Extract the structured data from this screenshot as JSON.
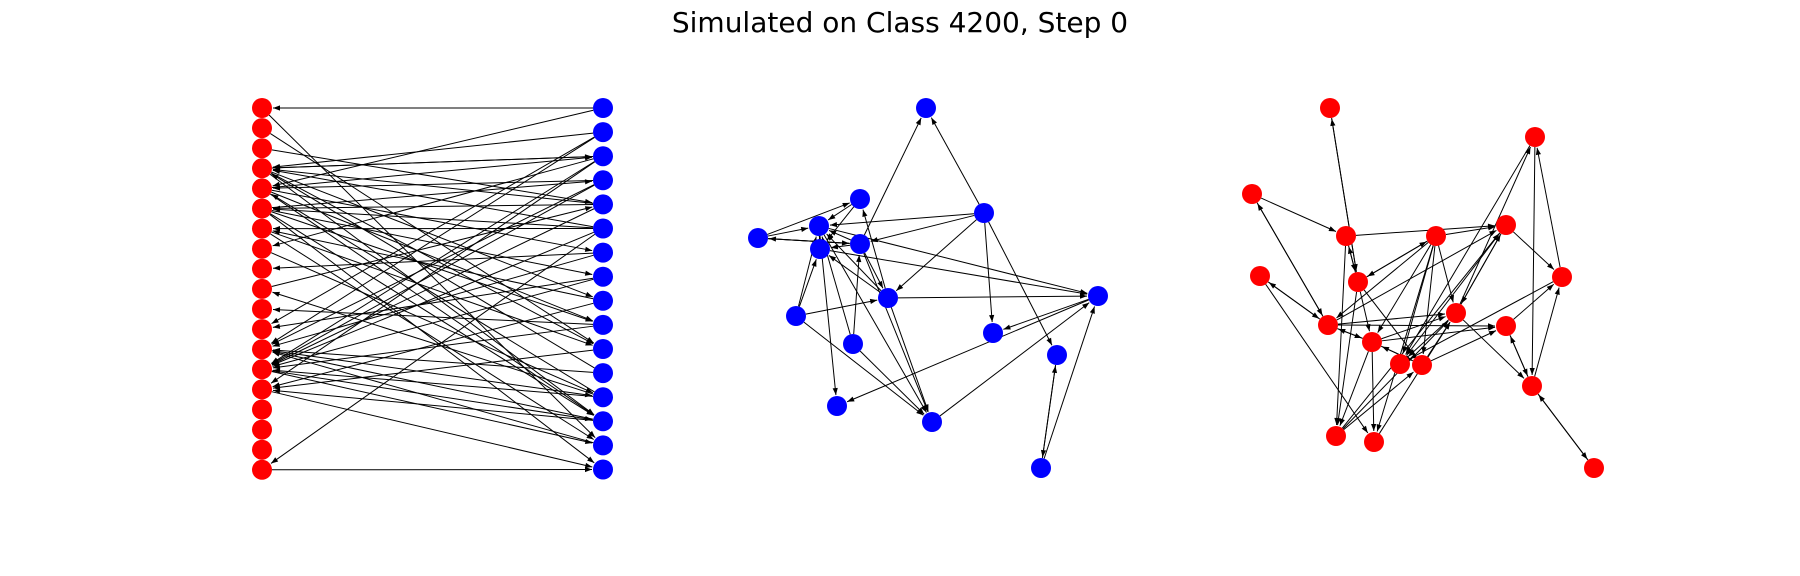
{
  "title": "Simulated on Class 4200, Step 0",
  "colors": {
    "red": "#ff0000",
    "blue": "#0000ff",
    "edge": "#000000",
    "background": "#ffffff"
  },
  "graphs": [
    {
      "layout": "bipartite",
      "nodes": [
        {
          "id": "L0",
          "color": "red"
        },
        {
          "id": "L1",
          "color": "red"
        },
        {
          "id": "L2",
          "color": "red"
        },
        {
          "id": "L3",
          "color": "red"
        },
        {
          "id": "L4",
          "color": "red"
        },
        {
          "id": "L5",
          "color": "red"
        },
        {
          "id": "L6",
          "color": "red"
        },
        {
          "id": "L7",
          "color": "red"
        },
        {
          "id": "L8",
          "color": "red"
        },
        {
          "id": "L9",
          "color": "red"
        },
        {
          "id": "L10",
          "color": "red"
        },
        {
          "id": "L11",
          "color": "red"
        },
        {
          "id": "L12",
          "color": "red"
        },
        {
          "id": "L13",
          "color": "red"
        },
        {
          "id": "L14",
          "color": "red"
        },
        {
          "id": "L15",
          "color": "red"
        },
        {
          "id": "L16",
          "color": "red"
        },
        {
          "id": "L17",
          "color": "red"
        },
        {
          "id": "L18",
          "color": "red"
        },
        {
          "id": "R0",
          "color": "blue"
        },
        {
          "id": "R1",
          "color": "blue"
        },
        {
          "id": "R2",
          "color": "blue"
        },
        {
          "id": "R3",
          "color": "blue"
        },
        {
          "id": "R4",
          "color": "blue"
        },
        {
          "id": "R5",
          "color": "blue"
        },
        {
          "id": "R6",
          "color": "blue"
        },
        {
          "id": "R7",
          "color": "blue"
        },
        {
          "id": "R8",
          "color": "blue"
        },
        {
          "id": "R9",
          "color": "blue"
        },
        {
          "id": "R10",
          "color": "blue"
        },
        {
          "id": "R11",
          "color": "blue"
        },
        {
          "id": "R12",
          "color": "blue"
        },
        {
          "id": "R13",
          "color": "blue"
        },
        {
          "id": "R14",
          "color": "blue"
        },
        {
          "id": "R15",
          "color": "blue"
        }
      ],
      "edges": [
        [
          "R0",
          "L0"
        ],
        [
          "R0",
          "L4"
        ],
        [
          "L0",
          "R14"
        ],
        [
          "R1",
          "L3"
        ],
        [
          "R1",
          "L11"
        ],
        [
          "R1",
          "L12"
        ],
        [
          "R2",
          "L3"
        ],
        [
          "L3",
          "R2"
        ],
        [
          "L4",
          "R2"
        ],
        [
          "R2",
          "L13"
        ],
        [
          "R2",
          "L14"
        ],
        [
          "R2",
          "L7"
        ],
        [
          "R3",
          "L4"
        ],
        [
          "R3",
          "L12"
        ],
        [
          "R3",
          "L13"
        ],
        [
          "L5",
          "R3"
        ],
        [
          "R4",
          "L3"
        ],
        [
          "R4",
          "L5"
        ],
        [
          "R4",
          "L13"
        ],
        [
          "L2",
          "R4"
        ],
        [
          "L9",
          "R4"
        ],
        [
          "R5",
          "L3"
        ],
        [
          "R5",
          "L5"
        ],
        [
          "R5",
          "L6"
        ],
        [
          "R5",
          "L13"
        ],
        [
          "R5",
          "L18"
        ],
        [
          "R6",
          "L8"
        ],
        [
          "R6",
          "L12"
        ],
        [
          "L4",
          "R6"
        ],
        [
          "R7",
          "L11"
        ],
        [
          "R7",
          "L13"
        ],
        [
          "L5",
          "R7"
        ],
        [
          "R8",
          "L6"
        ],
        [
          "R8",
          "L14"
        ],
        [
          "L3",
          "R8"
        ],
        [
          "R9",
          "L10"
        ],
        [
          "R9",
          "L13"
        ],
        [
          "L4",
          "R9"
        ],
        [
          "L5",
          "R9"
        ],
        [
          "R10",
          "L14"
        ],
        [
          "L1",
          "R10"
        ],
        [
          "L3",
          "R10"
        ],
        [
          "L6",
          "R10"
        ],
        [
          "R11",
          "L3"
        ],
        [
          "R11",
          "L12"
        ],
        [
          "R12",
          "L4"
        ],
        [
          "R12",
          "L13"
        ],
        [
          "R12",
          "L9"
        ],
        [
          "L12",
          "R12"
        ],
        [
          "L7",
          "R12"
        ],
        [
          "R13",
          "L14"
        ],
        [
          "R13",
          "L12"
        ],
        [
          "L3",
          "R13"
        ],
        [
          "L4",
          "R13"
        ],
        [
          "L13",
          "R13"
        ],
        [
          "L5",
          "R13"
        ],
        [
          "R14",
          "L12"
        ],
        [
          "L13",
          "R14"
        ],
        [
          "L6",
          "R14"
        ],
        [
          "L18",
          "R15"
        ],
        [
          "L5",
          "R15"
        ],
        [
          "L14",
          "R15"
        ]
      ]
    },
    {
      "layout": "spring",
      "nodes": [
        {
          "id": "A",
          "color": "blue"
        },
        {
          "id": "B",
          "color": "blue"
        },
        {
          "id": "C",
          "color": "blue"
        },
        {
          "id": "D",
          "color": "blue"
        },
        {
          "id": "E",
          "color": "blue"
        },
        {
          "id": "F",
          "color": "blue"
        },
        {
          "id": "G",
          "color": "blue"
        },
        {
          "id": "H",
          "color": "blue"
        },
        {
          "id": "I",
          "color": "blue"
        },
        {
          "id": "J",
          "color": "blue"
        },
        {
          "id": "K",
          "color": "blue"
        },
        {
          "id": "L",
          "color": "blue"
        },
        {
          "id": "M",
          "color": "blue"
        },
        {
          "id": "N",
          "color": "blue"
        },
        {
          "id": "O",
          "color": "blue"
        },
        {
          "id": "P",
          "color": "blue"
        }
      ],
      "edges": [
        [
          "C",
          "A"
        ],
        [
          "D",
          "A"
        ],
        [
          "C",
          "B"
        ],
        [
          "B",
          "C"
        ],
        [
          "C",
          "E"
        ],
        [
          "C",
          "H"
        ],
        [
          "C",
          "I"
        ],
        [
          "C",
          "J"
        ],
        [
          "D",
          "E"
        ],
        [
          "D",
          "H"
        ],
        [
          "D",
          "L"
        ],
        [
          "D",
          "P"
        ],
        [
          "D",
          "C"
        ],
        [
          "F",
          "E"
        ],
        [
          "F",
          "H"
        ],
        [
          "F",
          "I"
        ],
        [
          "F",
          "J"
        ],
        [
          "G",
          "H"
        ],
        [
          "G",
          "I"
        ],
        [
          "G",
          "C"
        ],
        [
          "B",
          "K"
        ],
        [
          "B",
          "H"
        ],
        [
          "B",
          "C"
        ],
        [
          "E",
          "H"
        ],
        [
          "E",
          "I"
        ],
        [
          "E",
          "J"
        ],
        [
          "E",
          "O"
        ],
        [
          "E",
          "K"
        ],
        [
          "H",
          "J"
        ],
        [
          "H",
          "M"
        ],
        [
          "H",
          "O"
        ],
        [
          "H",
          "I"
        ],
        [
          "K",
          "H"
        ],
        [
          "K",
          "J"
        ],
        [
          "J",
          "H"
        ],
        [
          "J",
          "O"
        ],
        [
          "I",
          "O"
        ],
        [
          "O",
          "M"
        ],
        [
          "O",
          "L"
        ],
        [
          "N",
          "P"
        ],
        [
          "N",
          "O"
        ],
        [
          "P",
          "N"
        ]
      ]
    },
    {
      "layout": "spring",
      "nodes": [
        {
          "id": "a",
          "color": "red"
        },
        {
          "id": "b",
          "color": "red"
        },
        {
          "id": "c",
          "color": "red"
        },
        {
          "id": "d",
          "color": "red"
        },
        {
          "id": "e",
          "color": "red"
        },
        {
          "id": "f",
          "color": "red"
        },
        {
          "id": "g",
          "color": "red"
        },
        {
          "id": "h",
          "color": "red"
        },
        {
          "id": "i",
          "color": "red"
        },
        {
          "id": "j",
          "color": "red"
        },
        {
          "id": "k",
          "color": "red"
        },
        {
          "id": "l",
          "color": "red"
        },
        {
          "id": "m",
          "color": "red"
        },
        {
          "id": "n",
          "color": "red"
        },
        {
          "id": "o",
          "color": "red"
        },
        {
          "id": "p",
          "color": "red"
        },
        {
          "id": "q",
          "color": "red"
        },
        {
          "id": "r",
          "color": "red"
        },
        {
          "id": "s",
          "color": "red"
        }
      ],
      "edges": [
        [
          "a",
          "e"
        ],
        [
          "e",
          "a"
        ],
        [
          "b",
          "g"
        ],
        [
          "g",
          "b"
        ],
        [
          "b",
          "d"
        ],
        [
          "c",
          "g"
        ],
        [
          "g",
          "c"
        ],
        [
          "c",
          "j"
        ],
        [
          "d",
          "e"
        ],
        [
          "d",
          "i"
        ],
        [
          "d",
          "m"
        ],
        [
          "e",
          "d"
        ],
        [
          "e",
          "f"
        ],
        [
          "e",
          "h"
        ],
        [
          "e",
          "k"
        ],
        [
          "e",
          "i"
        ],
        [
          "f",
          "e"
        ],
        [
          "f",
          "h"
        ],
        [
          "f",
          "j"
        ],
        [
          "f",
          "l"
        ],
        [
          "f",
          "m"
        ],
        [
          "f",
          "k"
        ],
        [
          "f",
          "g"
        ],
        [
          "f",
          "r"
        ],
        [
          "g",
          "h"
        ],
        [
          "g",
          "l"
        ],
        [
          "g",
          "m"
        ],
        [
          "g",
          "n"
        ],
        [
          "h",
          "g"
        ],
        [
          "h",
          "i"
        ],
        [
          "h",
          "j"
        ],
        [
          "h",
          "l"
        ],
        [
          "h",
          "k"
        ],
        [
          "h",
          "n"
        ],
        [
          "i",
          "m"
        ],
        [
          "i",
          "k"
        ],
        [
          "i",
          "l"
        ],
        [
          "j",
          "l"
        ],
        [
          "k",
          "h"
        ],
        [
          "k",
          "n"
        ],
        [
          "k",
          "l"
        ],
        [
          "l",
          "m"
        ],
        [
          "l",
          "o"
        ],
        [
          "l",
          "p"
        ],
        [
          "l",
          "r"
        ],
        [
          "m",
          "q"
        ],
        [
          "m",
          "r"
        ],
        [
          "m",
          "l"
        ],
        [
          "n",
          "p"
        ],
        [
          "n",
          "q"
        ],
        [
          "p",
          "n"
        ],
        [
          "o",
          "p"
        ],
        [
          "o",
          "r"
        ],
        [
          "p",
          "s"
        ],
        [
          "s",
          "p"
        ],
        [
          "p",
          "q"
        ],
        [
          "q",
          "o"
        ],
        [
          "q",
          "r"
        ]
      ]
    }
  ]
}
